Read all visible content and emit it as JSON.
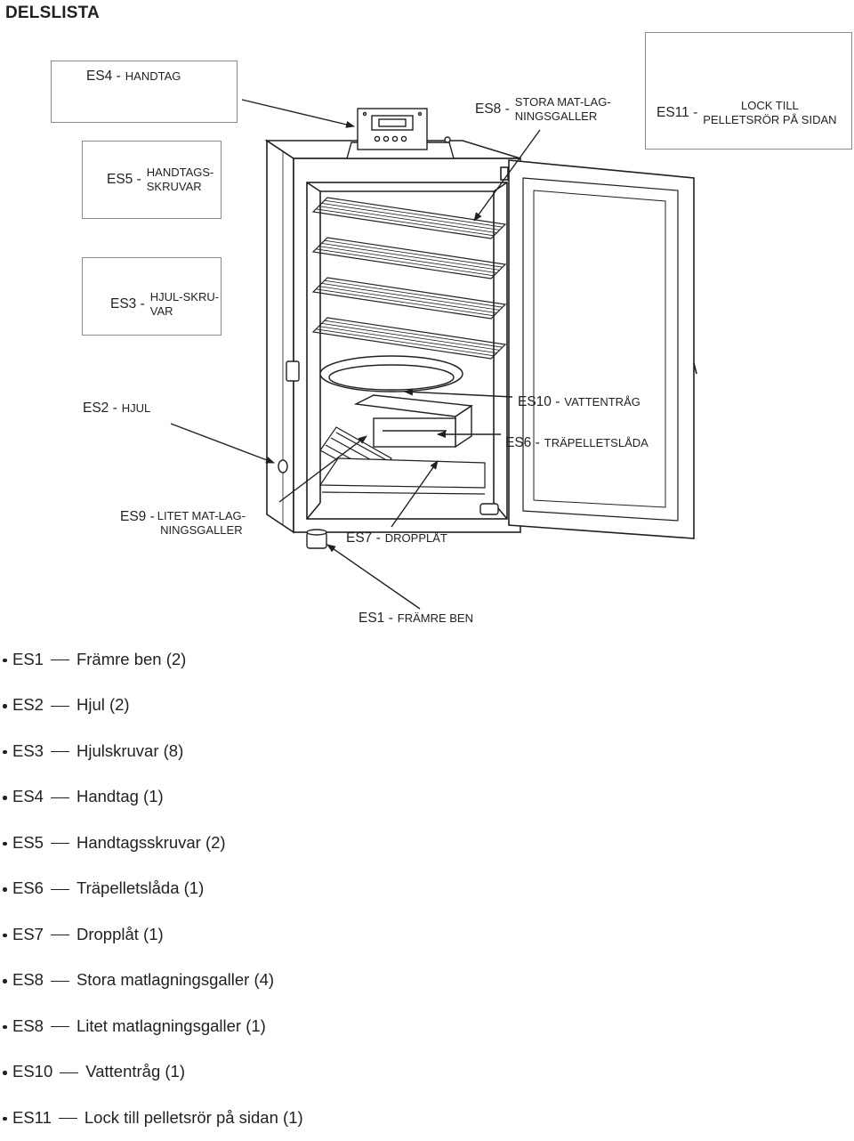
{
  "page": {
    "title": "DELSLISTA"
  },
  "callouts": {
    "es4": {
      "code": "ES4 -",
      "text": "HANDTAG"
    },
    "es5": {
      "code": "ES5 -",
      "line1": "HANDTAGS-",
      "line2": "SKRUVAR"
    },
    "es3": {
      "code": "ES3 -",
      "line1": "HJUL-SKRU-",
      "line2": "VAR"
    },
    "es8": {
      "code": "ES8 -",
      "line1": "STORA MAT-LAG-",
      "line2": "NINGSGALLER"
    },
    "es11": {
      "code": "ES11 -",
      "line1": "LOCK TILL",
      "line2": "PELLETSRÖR PÅ SIDAN"
    },
    "es2": {
      "code": "ES2 -",
      "text": "HJUL"
    },
    "es10": {
      "code": "ES10 -",
      "text": "VATTENTRÅG"
    },
    "es6": {
      "code": "ES6 -",
      "text": "TRÄPELLETSLÅDA"
    },
    "es9": {
      "code": "ES9 -",
      "line1": "LITET MAT-LAG-",
      "line2": "NINGSGALLER"
    },
    "es7": {
      "code": "ES7 -",
      "text": "DROPPLÅT"
    },
    "es1": {
      "code": "ES1 -",
      "text": "FRÄMRE BEN"
    }
  },
  "parts_list": [
    {
      "code": "ES1",
      "name": "Främre ben (2)"
    },
    {
      "code": "ES2",
      "name": "Hjul (2)"
    },
    {
      "code": "ES3",
      "name": "Hjulskruvar (8)"
    },
    {
      "code": "ES4",
      "name": "Handtag (1)"
    },
    {
      "code": "ES5",
      "name": "Handtagsskruvar (2)"
    },
    {
      "code": "ES6",
      "name": "Träpelletslåda (1)"
    },
    {
      "code": "ES7",
      "name": "Dropplåt (1)"
    },
    {
      "code": "ES8",
      "name": "Stora matlagningsgaller (4)"
    },
    {
      "code": "ES8",
      "name": "Litet matlagningsgaller (1)"
    },
    {
      "code": "ES10",
      "name": "Vattentråg (1)"
    },
    {
      "code": "ES11",
      "name": "Lock till pelletsrör på sidan (1)"
    }
  ]
}
